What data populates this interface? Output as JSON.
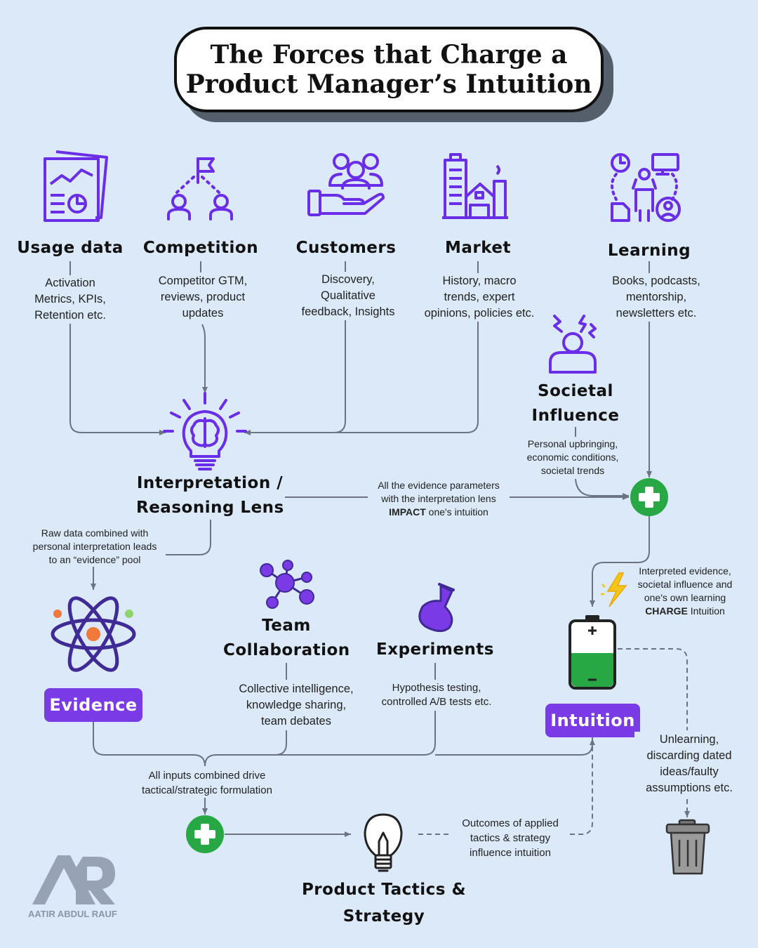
{
  "title": {
    "line1": "The Forces that Charge a",
    "line2": "Product Manager’s Intuition"
  },
  "nodes": {
    "usage": {
      "title": "Usage data",
      "desc": [
        "Activation",
        "Metrics, KPIs,",
        "Retention etc."
      ]
    },
    "competition": {
      "title": "Competition",
      "desc": [
        "Competitor GTM,",
        "reviews, product",
        "updates"
      ]
    },
    "customers": {
      "title": "Customers",
      "desc": [
        "Discovery,",
        "Qualitative",
        "feedback, Insights"
      ]
    },
    "market": {
      "title": "Market",
      "desc": [
        "History, macro",
        "trends, expert",
        "opinions, policies etc."
      ]
    },
    "learning": {
      "title": "Learning",
      "desc": [
        "Books, podcasts,",
        "mentorship,",
        "newsletters etc."
      ]
    },
    "societal": {
      "title": [
        "Societal",
        "Influence"
      ],
      "desc": [
        "Personal upbringing,",
        "economic conditions,",
        "societal trends"
      ]
    },
    "lens": {
      "title": [
        "Interpretation /",
        "Reasoning Lens"
      ]
    },
    "team": {
      "title": [
        "Team",
        "Collaboration"
      ],
      "desc": [
        "Collective intelligence,",
        "knowledge sharing,",
        "team debates"
      ]
    },
    "experiments": {
      "title": "Experiments",
      "desc": [
        "Hypothesis testing,",
        "controlled A/B tests etc."
      ]
    },
    "evidence": {
      "title": "Evidence"
    },
    "intuition": {
      "title": "Intuition"
    },
    "product": {
      "title": [
        "Product Tactics &",
        "Strategy"
      ]
    }
  },
  "notes": {
    "impact": {
      "line1": "All the evidence parameters",
      "line2": "with the interpretation lens",
      "bold": "IMPACT",
      "rest": " one's intuition"
    },
    "raw": [
      "Raw data combined with",
      "personal interpretation leads",
      "to an “evidence” pool"
    ],
    "charge": {
      "lines": [
        "Interpreted evidence,",
        "societal influence and",
        "one's own learning"
      ],
      "bold": "CHARGE",
      "rest": " Intuition"
    },
    "unlearning": [
      "Unlearning,",
      "discarding dated",
      "ideas/faulty",
      "assumptions etc."
    ],
    "inputs": [
      "All inputs combined drive",
      "tactical/strategic formulation"
    ],
    "outcomes": [
      "Outcomes of applied",
      "tactics & strategy",
      "influence intuition"
    ]
  },
  "logo": {
    "mark": "AR",
    "name": "AATIR ABDUL RAUF"
  },
  "colors": {
    "background": "#dbe9f8",
    "purple": "#7a3be6",
    "green": "#27a844",
    "connector": "#6b7480"
  }
}
